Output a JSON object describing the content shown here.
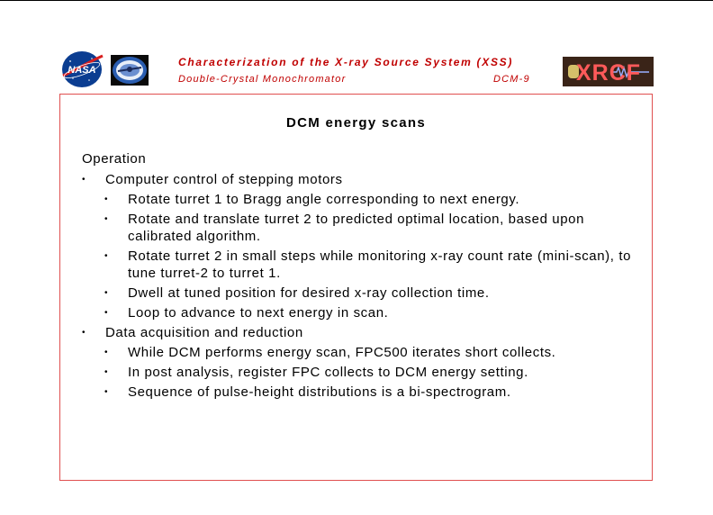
{
  "header": {
    "title": "Characterization of the X-ray Source System (XSS)",
    "subtitle": "Double-Crystal Monochromator",
    "doc_id": "DCM-9",
    "logos": {
      "left": "nasa-logo",
      "center": "emblem-logo",
      "right": "xrcf-logo",
      "right_text": "XRCF"
    },
    "accent_color": "#c00000"
  },
  "slide": {
    "title": "DCM energy scans",
    "section": "Operation",
    "bullet_glyph": "•",
    "items": [
      {
        "text": "Computer control of stepping motors",
        "sub": [
          "Rotate turret 1 to Bragg angle corresponding to next energy.",
          "Rotate and translate turret 2 to predicted optimal location, based upon calibrated algorithm.",
          "Rotate turret 2 in small steps while monitoring x-ray count rate (mini-scan), to tune turret-2 to turret 1.",
          "Dwell at tuned position for desired x-ray collection time.",
          "Loop to advance to next energy in scan."
        ]
      },
      {
        "text": "Data acquisition and reduction",
        "sub": [
          "While DCM performs energy scan, FPC500 iterates short collects.",
          "In post analysis, register FPC collects to DCM energy setting.",
          "Sequence of pulse-height distributions is a bi-spectrogram."
        ]
      }
    ]
  }
}
